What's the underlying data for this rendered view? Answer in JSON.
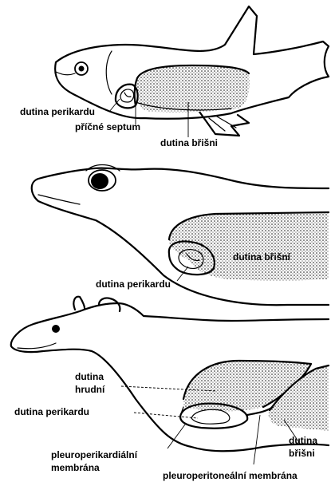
{
  "panels": [
    {
      "animal": "fish",
      "labels": {
        "pericardial_cavity": "dutina perikardu",
        "transverse_septum": "příčné septum",
        "abdominal_cavity": "dutina břišni"
      }
    },
    {
      "animal": "amphibian",
      "labels": {
        "abdominal_cavity": "dutina břišní",
        "pericardial_cavity": "dutina perikardu"
      }
    },
    {
      "animal": "mammal",
      "labels": {
        "thoracic_cavity_line1": "dutina",
        "thoracic_cavity_line2": "hrudní",
        "pericardial_cavity": "dutina perikardu",
        "abdominal_cavity_line1": "dutina",
        "abdominal_cavity_line2": "břišni",
        "pleuropericardial_line1": "pleuroperikardiální",
        "pleuropericardial_line2": "membrána",
        "pleuroperitoneal": "pleuroperitoneální membrána"
      }
    }
  ]
}
